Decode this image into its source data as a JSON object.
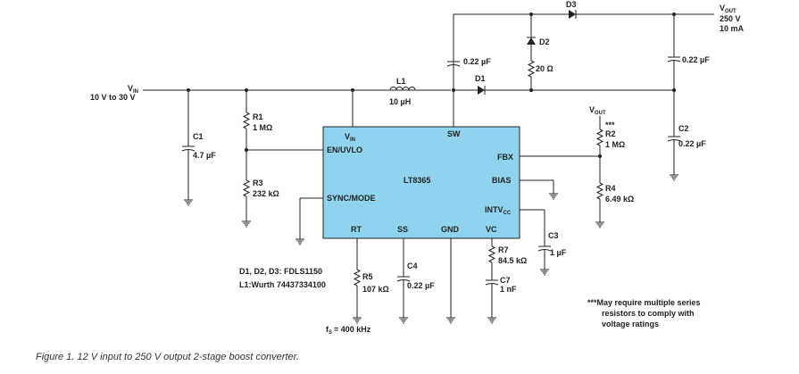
{
  "ic": {
    "name": "LT8365",
    "pins": {
      "vin": "V",
      "vin_sub": "IN",
      "sw": "SW",
      "en_uvlo": "EN/UVLO",
      "sync_mode": "SYNC/MODE",
      "fbx": "FBX",
      "bias": "BIAS",
      "intvcc": "INTV",
      "intvcc_sub": "CC",
      "rt": "RT",
      "ss": "SS",
      "gnd": "GND",
      "vc": "VC"
    }
  },
  "input": {
    "label": "V",
    "label_sub": "IN",
    "range": "10 V to 30 V"
  },
  "output": {
    "label": "V",
    "label_sub": "OUT",
    "voltage": "250 V",
    "current": "10 mA"
  },
  "vout_node": {
    "label": "V",
    "label_sub": "OUT",
    "note_mark": "***"
  },
  "components": {
    "C1": {
      "name": "C1",
      "value": "4.7 µF"
    },
    "R1": {
      "name": "R1",
      "value": "1 MΩ"
    },
    "R3": {
      "name": "R3",
      "value": "232 kΩ"
    },
    "L1": {
      "name": "L1",
      "value": "10 µH"
    },
    "C_top": {
      "value": "0.22 µF"
    },
    "D1": {
      "name": "D1"
    },
    "D2": {
      "name": "D2"
    },
    "D3": {
      "name": "D3"
    },
    "R_snub": {
      "value": "20 Ω"
    },
    "C_out1": {
      "value": "0.22 µF"
    },
    "C2": {
      "name": "C2",
      "value": "0.22 µF"
    },
    "R2": {
      "name": "R2",
      "value": "1 MΩ"
    },
    "R4": {
      "name": "R4",
      "value": "6.49 kΩ"
    },
    "C3": {
      "name": "C3",
      "value": "1 µF"
    },
    "R7": {
      "name": "R7",
      "value": "84.5 kΩ"
    },
    "C7": {
      "name": "C7",
      "value": "1 nF"
    },
    "R5": {
      "name": "R5",
      "value": "107 kΩ"
    },
    "C4": {
      "name": "C4",
      "value": "0.22 µF"
    }
  },
  "notes": {
    "bom_line1": "D1, D2, D3: FDLS1150",
    "bom_line2": "L1:Wurth 74437334100",
    "fs": "f",
    "fs_sub": "S",
    "fs_value": "= 400 kHz",
    "footnote_line1": "***May require multiple series",
    "footnote_line2": "resistors to comply with",
    "footnote_line3": "voltage ratings"
  },
  "caption": "Figure 1. 12 V input to 250 V output 2-stage boost converter."
}
